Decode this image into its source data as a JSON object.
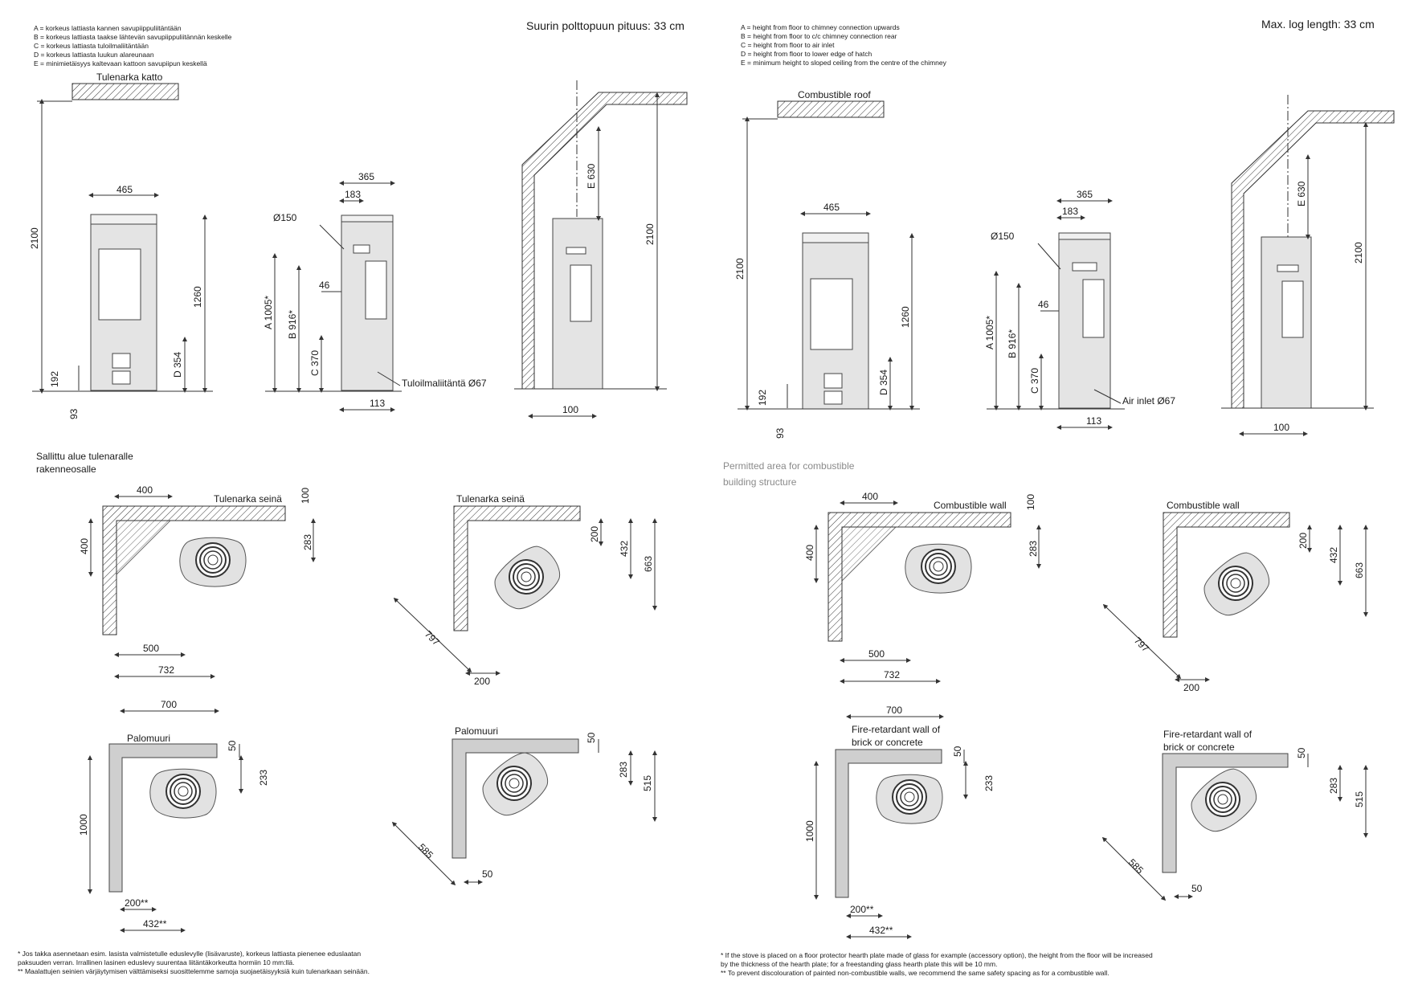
{
  "fi": {
    "legend": [
      "A = korkeus lattiasta kannen savupiippuliitäntään",
      "B = korkeus lattiasta taakse lähtevän savupiippuliitännän keskelle",
      "C = korkeus lattiasta tuloilmaliitäntään",
      "D = korkeus lattiasta luukun alareunaan",
      "E = minimietäisyys kaltevaan kattoon savupiipun keskellä"
    ],
    "max_log": "Suurin polttopuun pituus: 33 cm",
    "roof": "Tulenarka katto",
    "air_inlet": "Tuloilmaliitäntä Ø67",
    "area_title": [
      "Sallittu alue tulenaralle",
      "rakenneosalle"
    ],
    "wall": "Tulenarka seinä",
    "firewall": [
      "Palomuuri"
    ],
    "footnotes": [
      "*  Jos takka asennetaan esim. lasista valmistetulle eduslevylle (lisävaruste), korkeus lattiasta pienenee eduslaatan",
      "   paksuuden verran. Irrallinen lasinen eduslevy suurentaa liitäntäkorkeutta hormiin 10 mm:llä.",
      "** Maalattujen seinien värjäytymisen välttämiseksi suosittelemme samoja suojaetäisyyksiä kuin tulenarkaan seinään."
    ]
  },
  "en": {
    "legend": [
      "A = height from floor to chimney connection upwards",
      "B = height from floor to c/c chimney connection rear",
      "C = height from floor to air inlet",
      "D = height from floor to lower edge of hatch",
      "E = minimum height to sloped ceiling from the centre of the chimney"
    ],
    "max_log": "Max. log length: 33 cm",
    "roof": "Combustible roof",
    "air_inlet": "Air inlet Ø67",
    "area_title": [
      "Permitted area for combustible",
      "building structure"
    ],
    "wall": "Combustible wall",
    "firewall": [
      "Fire-retardant wall of",
      "brick or concrete"
    ],
    "footnotes": [
      "*   If the stove is placed on a floor protector hearth plate made of glass for example (accessory option), the height from the floor will be increased",
      "    by the thickness of the hearth plate; for a freestanding glass hearth plate this will be 10 mm.",
      "**  To prevent discolouration of painted non-combustible walls, we recommend the same safety spacing as for a combustible wall."
    ]
  },
  "dims": {
    "w465": "465",
    "h2100": "2100",
    "h1260": "1260",
    "d354": "D 354",
    "h192": "192",
    "h93": "93",
    "w365": "365",
    "w183": "183",
    "dia150": "Ø150",
    "w46": "46",
    "a1005": "A 1005*",
    "b916": "B 916*",
    "c370": "C 370",
    "w113": "113",
    "e630": "E 630",
    "w100": "100",
    "w400": "400",
    "h100": "100",
    "h283": "283",
    "w500": "500",
    "w732": "732",
    "h200": "200",
    "h432": "432",
    "h663": "663",
    "d797": "797",
    "w200": "200",
    "w700": "700",
    "h50": "50",
    "h233": "233",
    "h1000": "1000",
    "w200s": "200**",
    "w432s": "432**",
    "h515": "515",
    "d585": "585",
    "w50": "50"
  }
}
